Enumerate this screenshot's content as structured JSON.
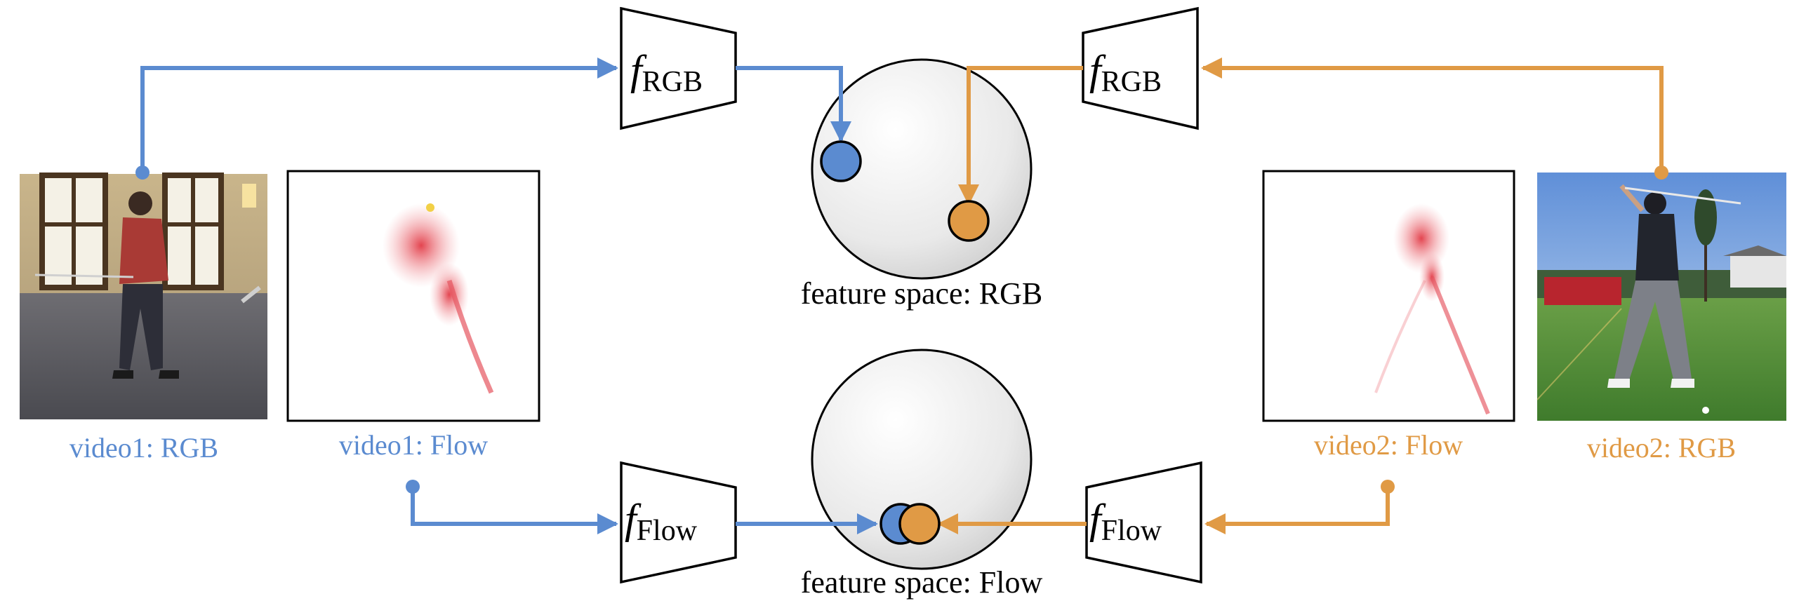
{
  "colors": {
    "video1": "#5b8bd0",
    "video2": "#e09a45",
    "outline": "#000000"
  },
  "labels": {
    "video1_rgb": "video1: RGB",
    "video1_flow": "video1: Flow",
    "video2_rgb": "video2: RGB",
    "video2_flow": "video2: Flow",
    "feature_space_rgb": "feature space: RGB",
    "feature_space_flow": "feature space: Flow"
  },
  "encoders": {
    "f_symbol": "f",
    "rgb_subscript": "RGB",
    "flow_subscript": "Flow"
  },
  "icons": {
    "video1_rgb_frame": "golfer-indoor-photo",
    "video1_flow_frame": "optical-flow-map",
    "video2_rgb_frame": "golfer-outdoor-photo",
    "video2_flow_frame": "optical-flow-map"
  }
}
